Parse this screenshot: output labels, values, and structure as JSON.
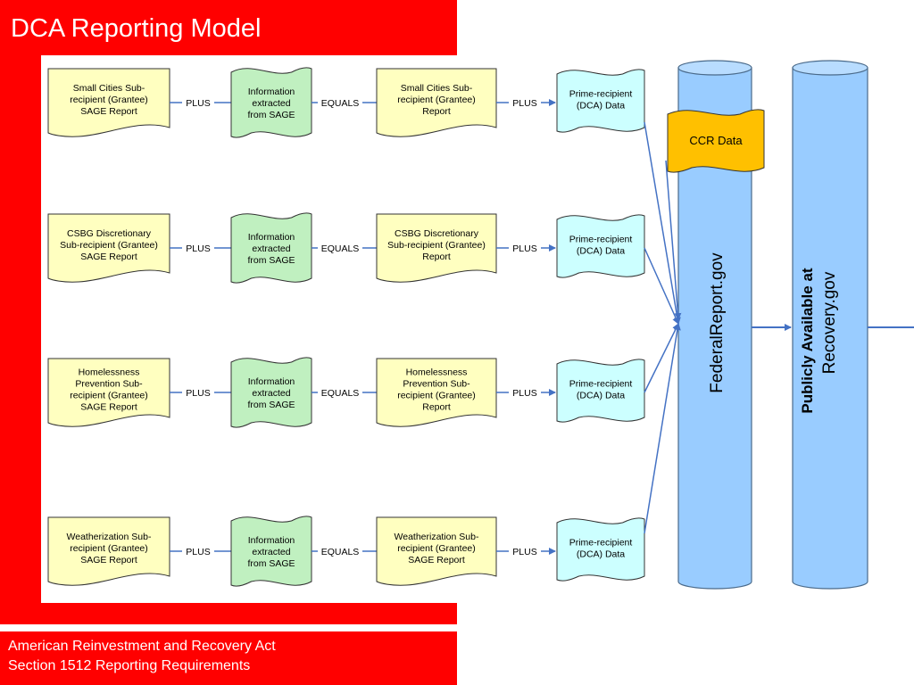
{
  "slide": {
    "title": "DCA Reporting Model",
    "footer_line1": "American Reinvestment and Recovery Act",
    "footer_line2": "Section 1512 Reporting Requirements"
  },
  "colors": {
    "red": "#ff0000",
    "yellow_doc": "#ffffc0",
    "green_doc": "#c0f0c0",
    "cyan_doc": "#ccffff",
    "cylinder": "#99ccff",
    "ccr": "#ffc000",
    "arrow": "#4472c4"
  },
  "diagram": {
    "rows": [
      {
        "report": [
          "Small Cities Sub-",
          "recipient (Grantee)",
          "SAGE Report"
        ],
        "op1": "PLUS",
        "info": [
          "Information",
          "extracted",
          "from SAGE"
        ],
        "op2": "EQUALS",
        "result": [
          "Small Cities Sub-",
          "recipient (Grantee)",
          "Report"
        ],
        "op3": "PLUS",
        "prime": [
          "Prime-recipient",
          "(DCA) Data"
        ]
      },
      {
        "report": [
          "CSBG Discretionary",
          "Sub-recipient (Grantee)",
          "SAGE Report"
        ],
        "op1": "PLUS",
        "info": [
          "Information",
          "extracted",
          "from SAGE"
        ],
        "op2": "EQUALS",
        "result": [
          "CSBG Discretionary",
          "Sub-recipient (Grantee)",
          "Report"
        ],
        "op3": "PLUS",
        "prime": [
          "Prime-recipient",
          "(DCA) Data"
        ]
      },
      {
        "report": [
          "Homelessness",
          "Prevention Sub-",
          "recipient (Grantee)",
          "SAGE Report"
        ],
        "op1": "PLUS",
        "info": [
          "Information",
          "extracted",
          "from SAGE"
        ],
        "op2": "EQUALS",
        "result": [
          "Homelessness",
          "Prevention Sub-",
          "recipient (Grantee)",
          "Report"
        ],
        "op3": "PLUS",
        "prime": [
          "Prime-recipient",
          "(DCA) Data"
        ]
      },
      {
        "report": [
          "Weatherization Sub-",
          "recipient (Grantee)",
          "SAGE Report"
        ],
        "op1": "PLUS",
        "info": [
          "Information",
          "extracted",
          "from SAGE"
        ],
        "op2": "EQUALS",
        "result": [
          "Weatherization Sub-",
          "recipient (Grantee)",
          "SAGE Report"
        ],
        "op3": "PLUS",
        "prime": [
          "Prime-recipient",
          "(DCA) Data"
        ]
      }
    ],
    "ccr_label": "CCR Data",
    "federal_label": "FederalReport.gov",
    "public_line1": "Publicly Available at",
    "public_line2": "Recovery.gov"
  }
}
